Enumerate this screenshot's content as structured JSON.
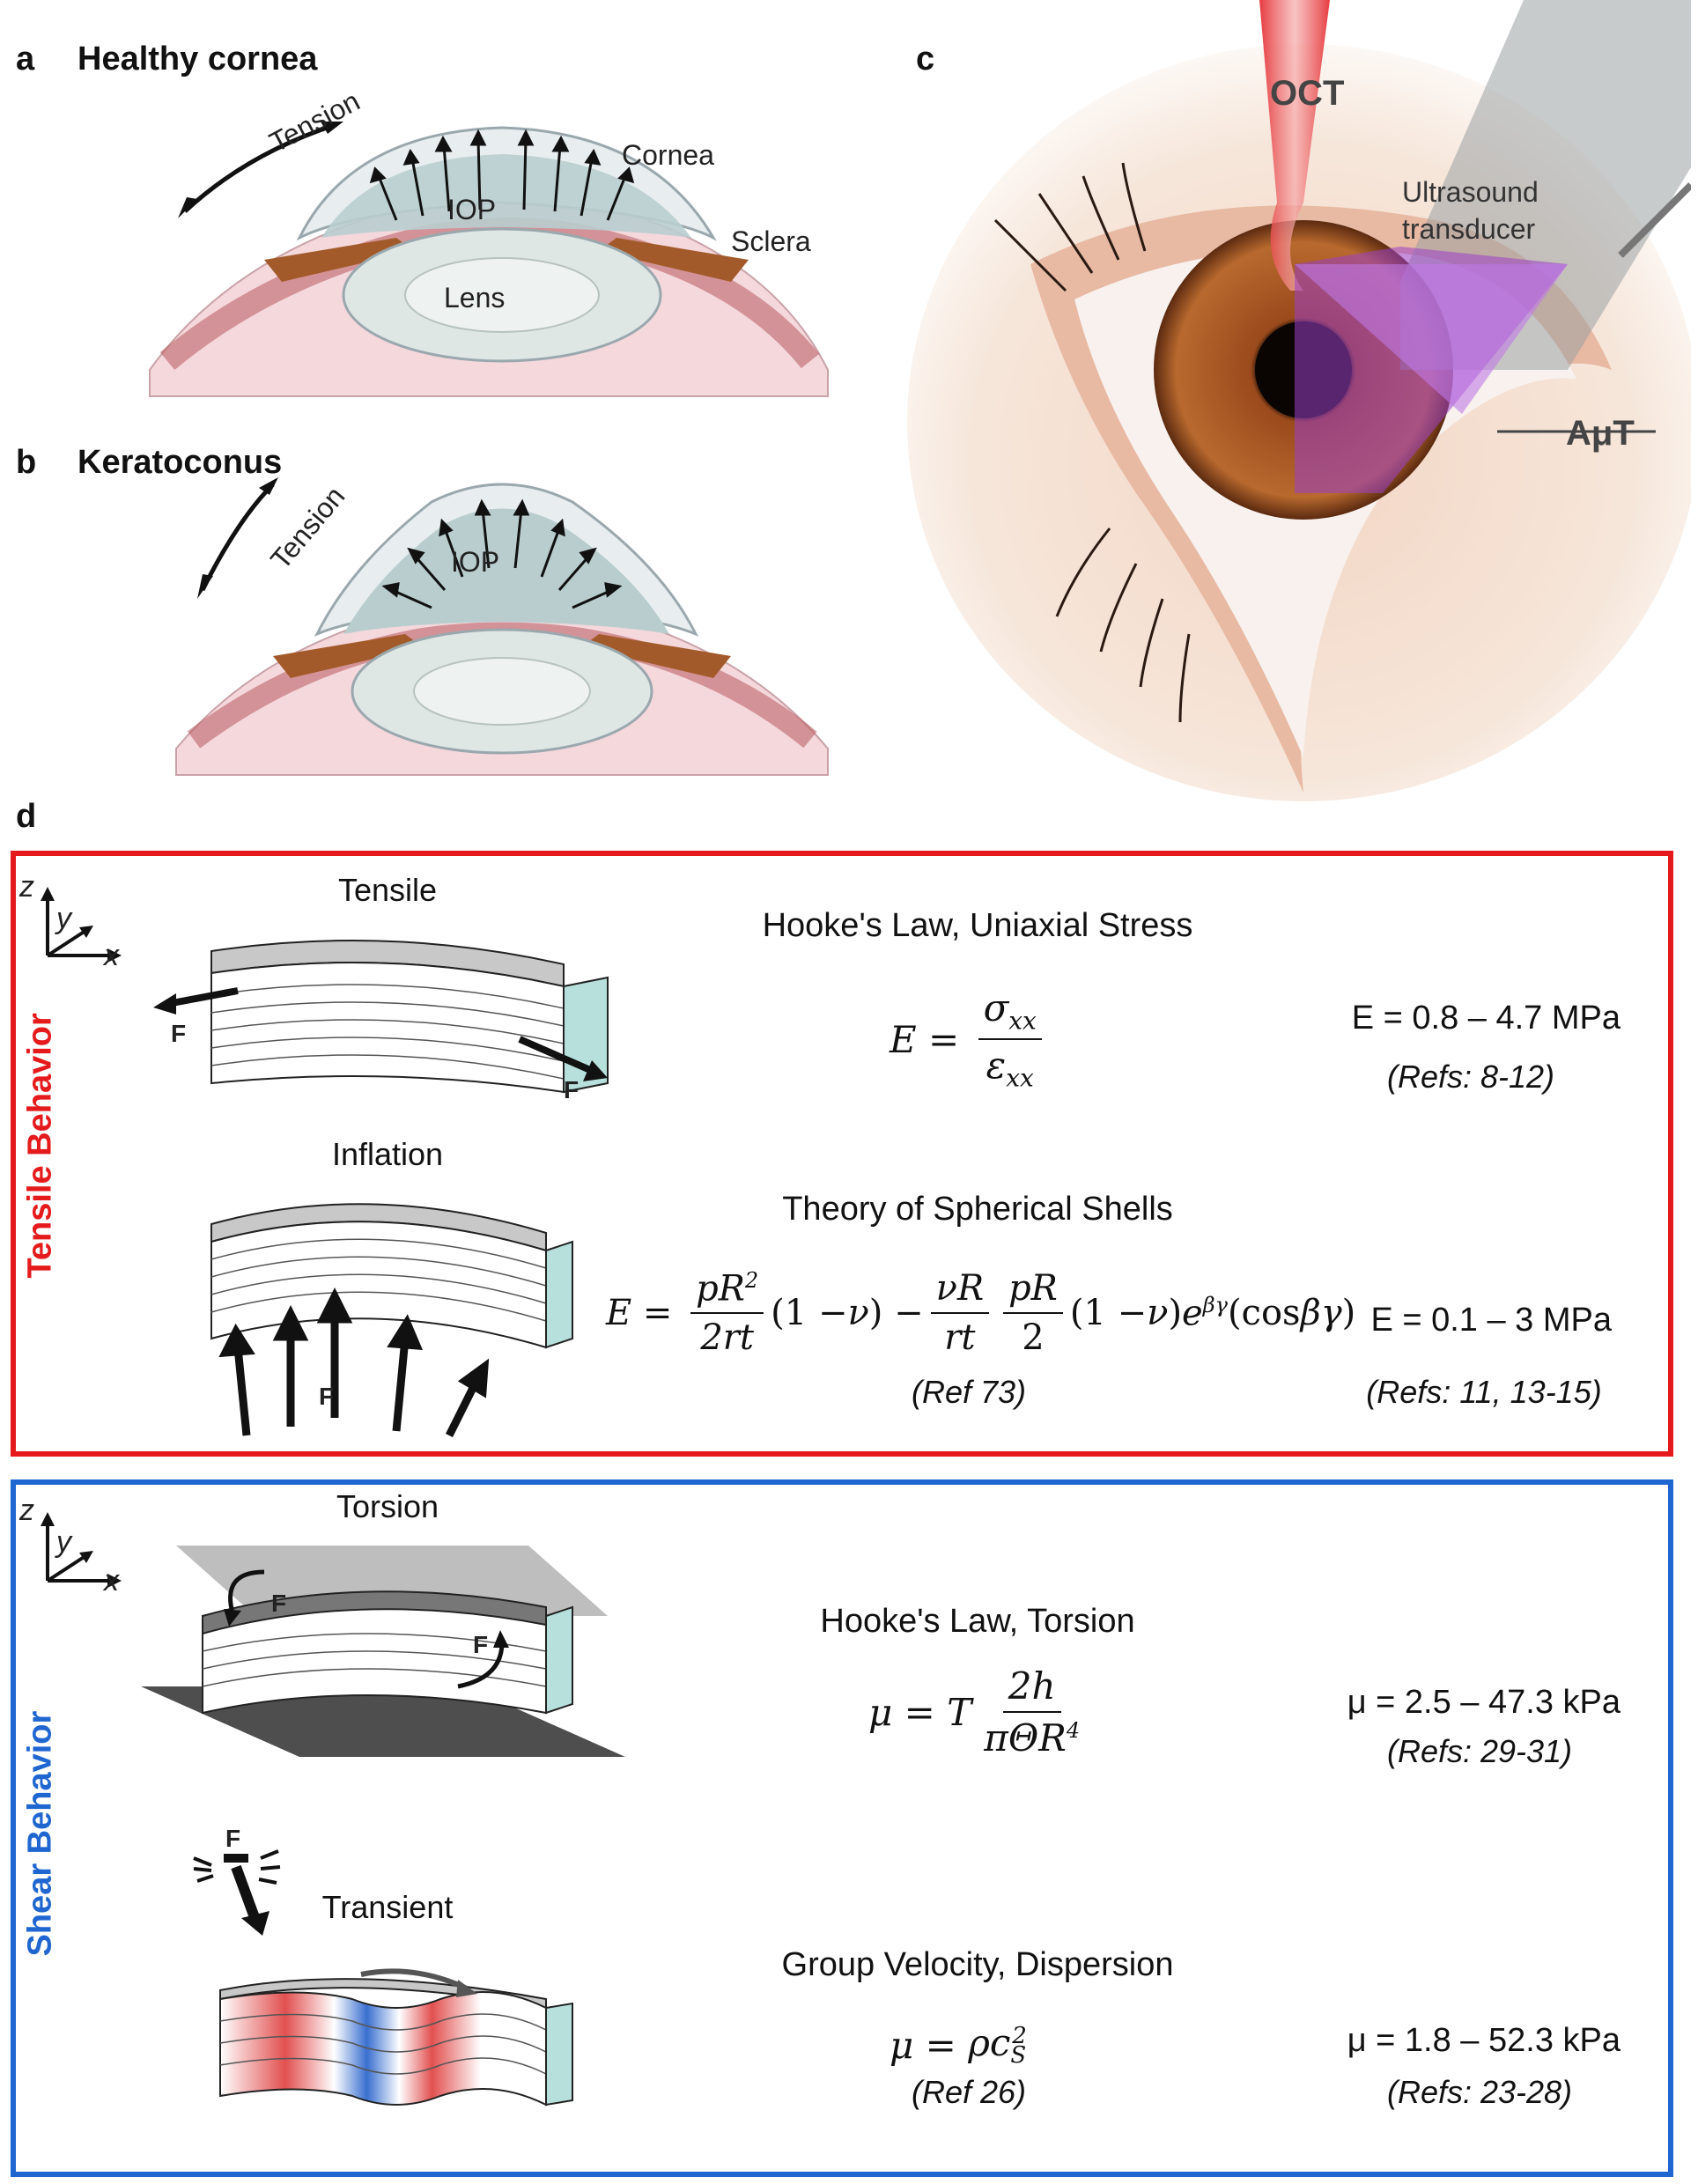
{
  "panel_a": {
    "letter": "a",
    "title": "Healthy cornea",
    "labels": {
      "tension": "Tension",
      "iop": "IOP",
      "cornea": "Cornea",
      "sclera": "Sclera",
      "lens": "Lens"
    }
  },
  "panel_b": {
    "letter": "b",
    "title": "Keratoconus",
    "labels": {
      "tension": "Tension",
      "iop": "IOP"
    }
  },
  "panel_c": {
    "letter": "c",
    "labels": {
      "oct": "OCT",
      "ultrasound_line1": "Ultrasound",
      "ultrasound_line2": "transducer",
      "aut": "AμT"
    }
  },
  "panel_d": {
    "letter": "d",
    "axes": {
      "z": "z",
      "y": "y",
      "x": "x"
    },
    "tensile": {
      "side_label_word1": "Tensile",
      "side_label_word2": "Behavior",
      "color": "#e41a1c",
      "rows": [
        {
          "diagram_label": "Tensile",
          "force_label": "F",
          "eq_title": "Hooke's Law, Uniaxial Stress",
          "value": "E = 0.8 – 4.7 MPa",
          "refs": "(Refs: 8-12)"
        },
        {
          "diagram_label": "Inflation",
          "force_label": "F",
          "eq_title": "Theory of Spherical Shells",
          "eq_ref": "(Ref 73)",
          "value": "E = 0.1 – 3 MPa",
          "refs": "(Refs: 11, 13-15)"
        }
      ]
    },
    "shear": {
      "side_label_word1": "Shear",
      "side_label_word2": "Behavior",
      "color": "#1f66d1",
      "rows": [
        {
          "diagram_label": "Torsion",
          "force_label": "F",
          "eq_title": "Hooke's Law, Torsion",
          "value": "μ = 2.5 – 47.3 kPa",
          "refs": "(Refs: 29-31)"
        },
        {
          "diagram_label": "Transient",
          "force_label": "F",
          "eq_title": "Group Velocity, Dispersion",
          "eq_ref": "(Ref 26)",
          "value": "μ = 1.8 – 52.3 kPa",
          "refs": "(Refs: 23-28)"
        }
      ]
    }
  }
}
